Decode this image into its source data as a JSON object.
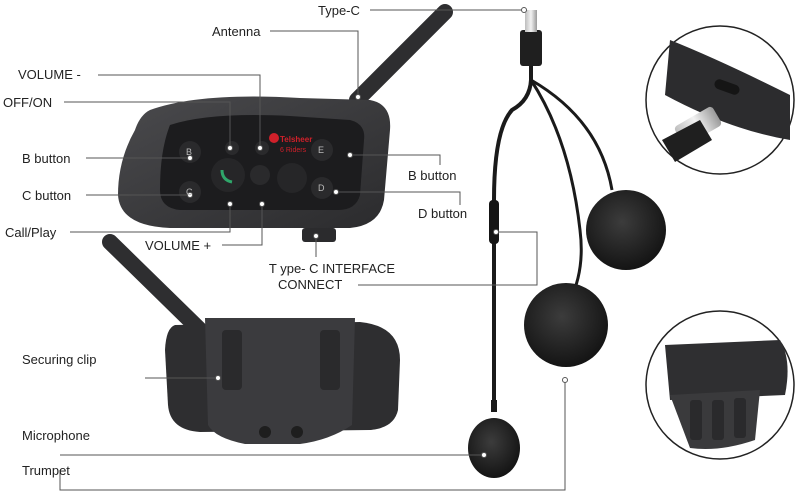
{
  "labels": {
    "type_c": "Type-C",
    "antenna": "Antenna",
    "volume_minus": "VOLUME -",
    "off_on": "OFF/ON",
    "b_button_left": "B button",
    "c_button": "C button",
    "call_play": "Call/Play",
    "volume_plus": "VOLUME +",
    "b_button_right": "B button",
    "d_button": "D button",
    "typec_interface_line1": "T ype- C INTERFACE",
    "typec_interface_line2": "CONNECT",
    "securing_clip": "Securing clip",
    "microphone": "Microphone",
    "trumpet": "Trumpet"
  },
  "device": {
    "brand": "Telsheer",
    "riders": "6 Riders",
    "keys": [
      "B",
      "C",
      "E",
      "D"
    ]
  },
  "colors": {
    "body": "#3a3a3c",
    "panel": "#1c1c1e",
    "accent_red": "#d0202a",
    "button_green": "#2fa66a",
    "leader_line": "#555555"
  }
}
